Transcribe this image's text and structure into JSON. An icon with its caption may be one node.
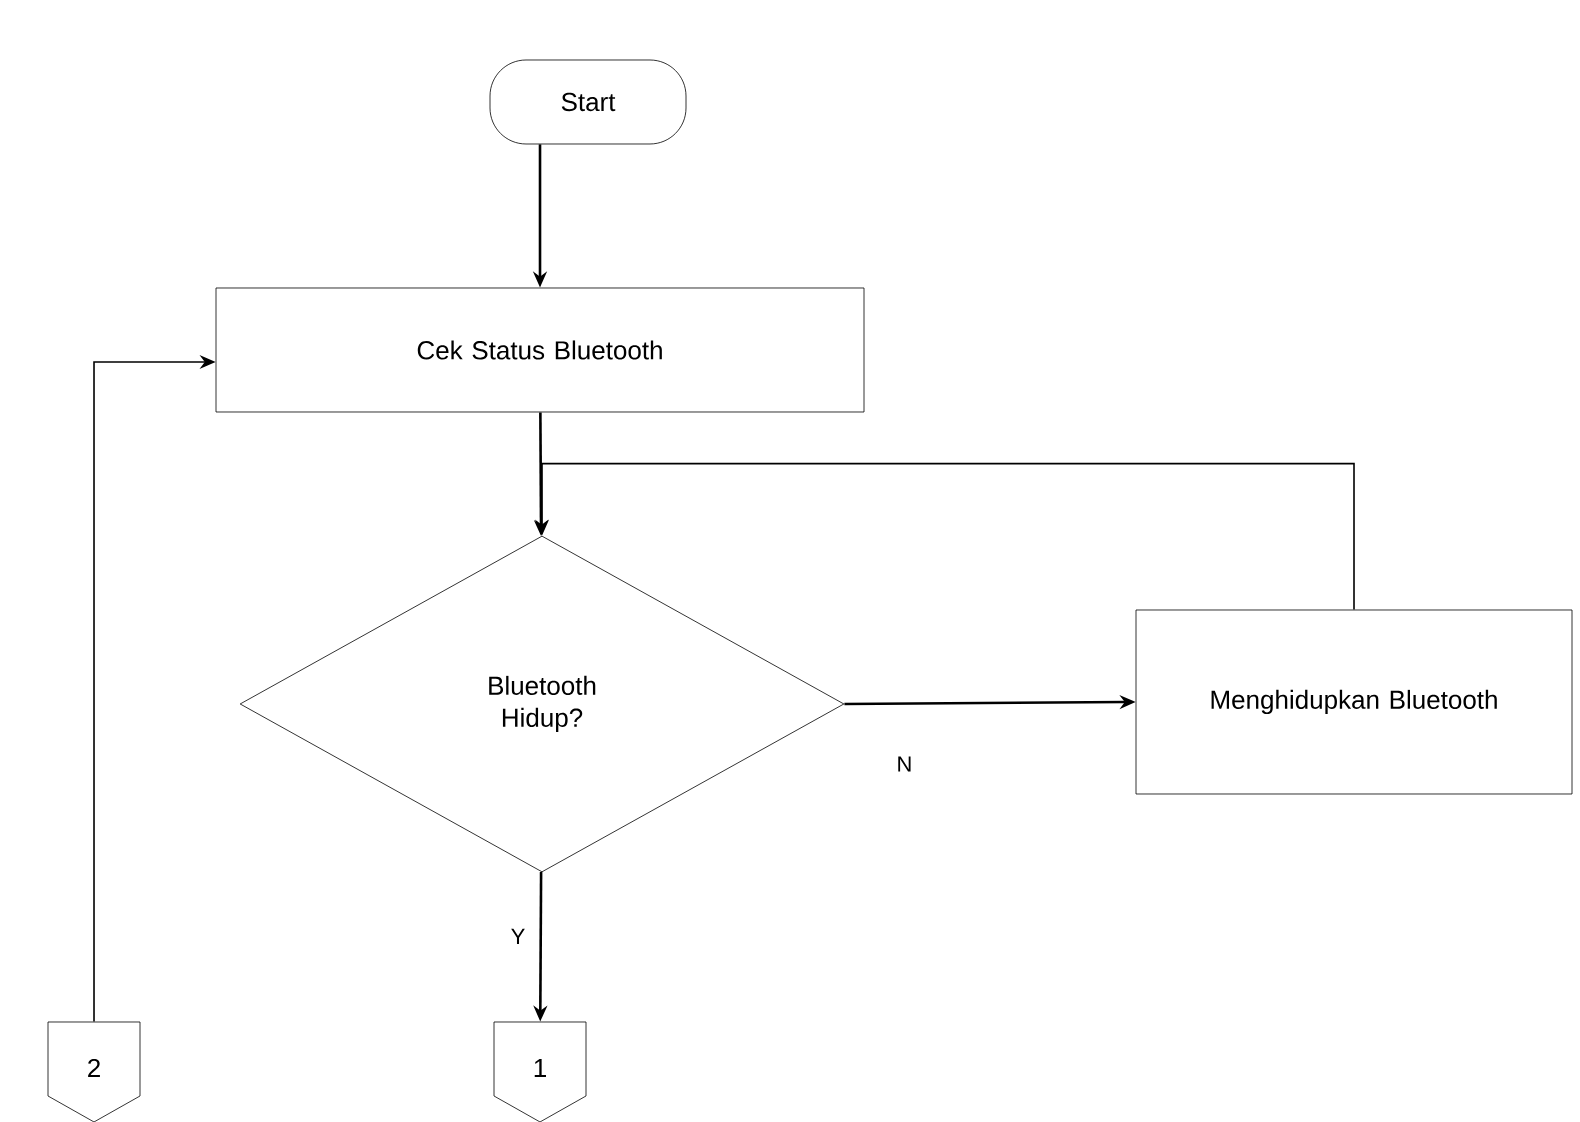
{
  "diagram": {
    "nodes": [
      {
        "text": [
          "Start"
        ]
      },
      {
        "text": [
          "Cek Status Bluetooth"
        ]
      },
      {
        "text": [
          "Bluetooth Hidup?"
        ]
      },
      {
        "text": [
          "Menghidupkan Bluetooth"
        ]
      },
      {
        "text": [
          "2"
        ]
      },
      {
        "text": [
          "1"
        ]
      }
    ],
    "edges": [
      {
        "from": 0,
        "to": 1,
        "arrow": "to"
      },
      {
        "from": 1,
        "to": 2,
        "arrow": "to"
      },
      {
        "from": 2,
        "to": 3,
        "arrow": "to",
        "label": "N"
      },
      {
        "from": 3,
        "to": 2,
        "arrow": "to"
      },
      {
        "from": 2,
        "to": 5,
        "arrow": "to",
        "label": "Y"
      },
      {
        "from": 4,
        "to": 1,
        "arrow": "to"
      }
    ]
  }
}
